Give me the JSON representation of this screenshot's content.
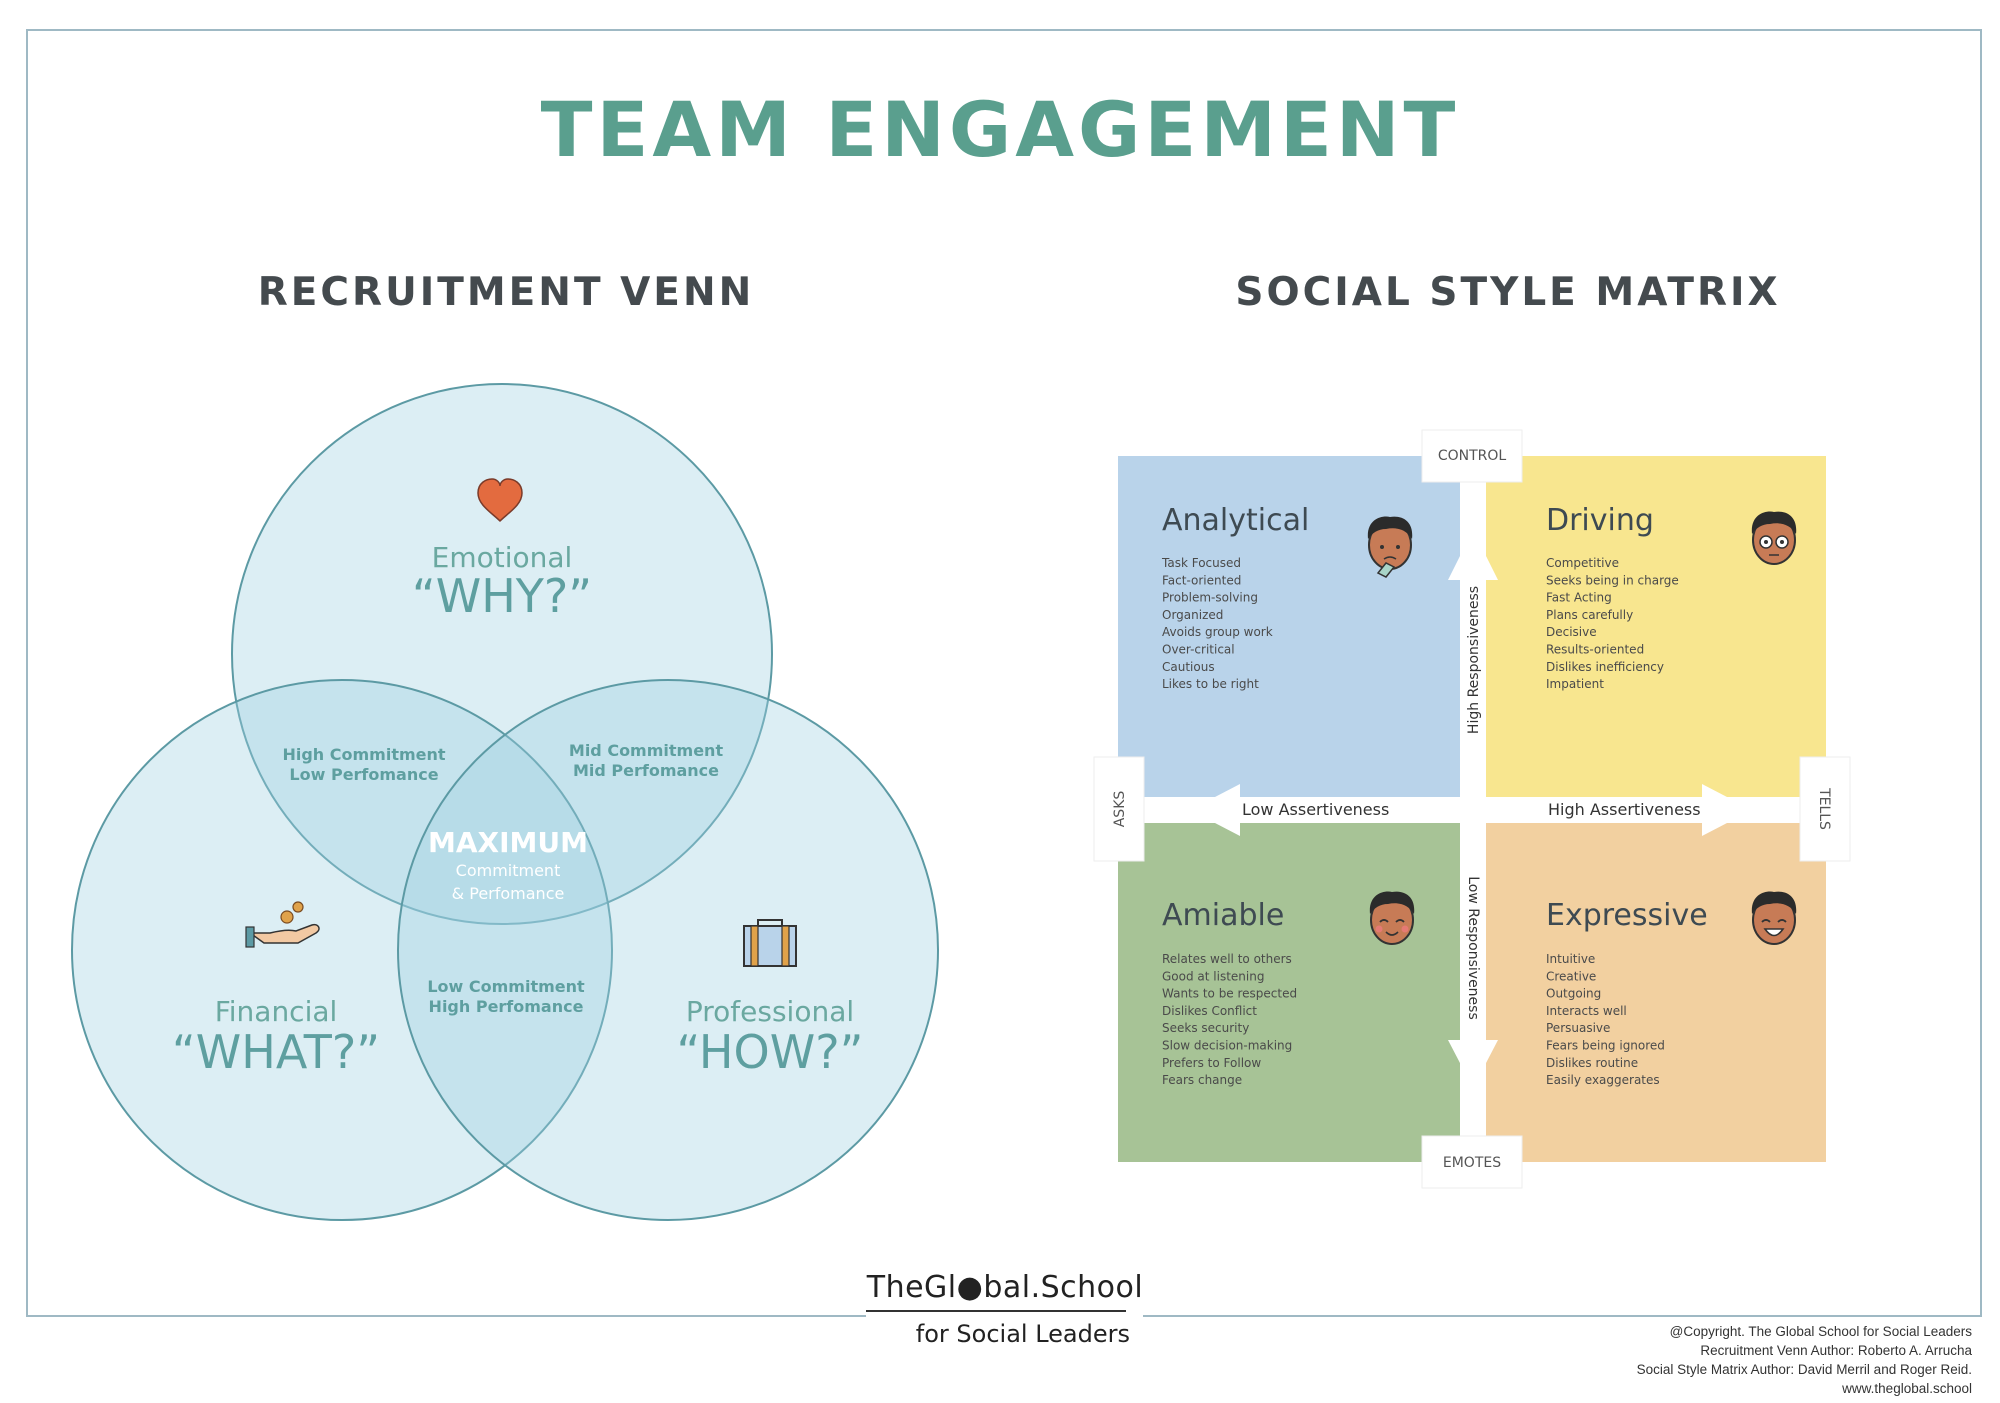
{
  "title": "TEAM ENGAGEMENT",
  "venn": {
    "title": "RECRUITMENT VENN",
    "emotional": {
      "label": "Emotional",
      "question": "“WHY?”",
      "icon": "heart-icon"
    },
    "financial": {
      "label": "Financial",
      "question": "“WHAT?”",
      "icon": "hand-coins-icon"
    },
    "professional": {
      "label": "Professional",
      "question": "“HOW?”",
      "icon": "briefcase-icon"
    },
    "ef_overlap": {
      "line1": "High Commitment",
      "line2": "Low Perfomance"
    },
    "ep_overlap": {
      "line1": "Mid Commitment",
      "line2": "Mid Perfomance"
    },
    "fp_overlap": {
      "line1": "Low Commitment",
      "line2": "High Perfomance"
    },
    "center": {
      "line1": "MAXIMUM",
      "line2": "Commitment",
      "line3": "& Perfomance"
    }
  },
  "matrix": {
    "title": "SOCIAL STYLE MATRIX",
    "axes": {
      "top": "CONTROL",
      "bottom": "EMOTES",
      "left": "ASKS",
      "right": "TELLS",
      "up": "High Responsiveness",
      "down": "Low Responsiveness",
      "left_arrow": "Low Assertiveness",
      "right_arrow": "High Assertiveness"
    },
    "quadrants": {
      "analytical": {
        "name": "Analytical",
        "color": "#b9d3ea",
        "traits": [
          "Task Focused",
          "Fact-oriented",
          "Problem-solving",
          "Organized",
          "Avoids group work",
          "Over-critical",
          "Cautious",
          "Likes to be right"
        ]
      },
      "driving": {
        "name": "Driving",
        "color": "#f8e68f",
        "traits": [
          "Competitive",
          "Seeks being in charge",
          "Fast Acting",
          "Plans carefully",
          "Decisive",
          "Results-oriented",
          "Dislikes inefficiency",
          "Impatient"
        ]
      },
      "amiable": {
        "name": "Amiable",
        "color": "#a7c396",
        "traits": [
          "Relates well to others",
          "Good at listening",
          "Wants to be respected",
          "Dislikes Conflict",
          "Seeks security",
          "Slow decision-making",
          "Prefers to Follow",
          "Fears change"
        ]
      },
      "expressive": {
        "name": "Expressive",
        "color": "#f2d0a0",
        "traits": [
          "Intuitive",
          "Creative",
          "Outgoing",
          "Interacts well",
          "Persuasive",
          "Fears being ignored",
          "Dislikes routine",
          "Easily exaggerates"
        ]
      }
    }
  },
  "logo": {
    "name": "TheGl●bal.School",
    "tagline": "for Social Leaders"
  },
  "credits": {
    "line1": "@Copyright. The Global School for Social Leaders",
    "line2": "Recruitment Venn Author: Roberto A. Arrucha",
    "line3": "Social Style Matrix Author: David Merril and Roger Reid.",
    "line4": "www.theglobal.school"
  }
}
